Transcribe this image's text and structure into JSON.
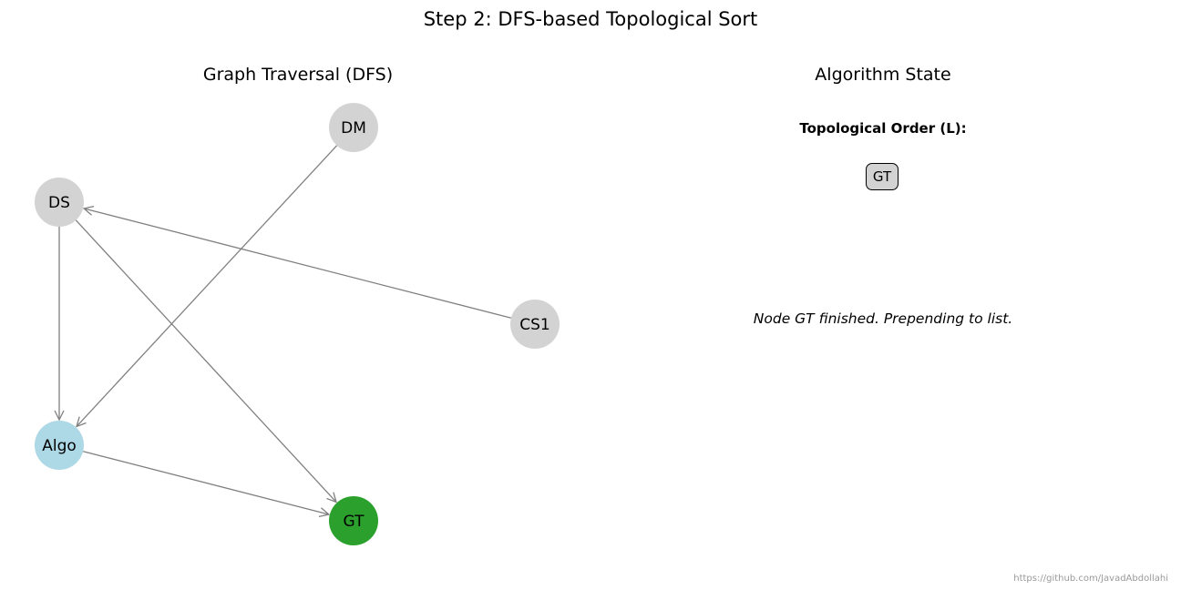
{
  "title": "Step 2: DFS-based Topological Sort",
  "graph_panel": {
    "title": "Graph Traversal (DFS)"
  },
  "state_panel": {
    "title": "Algorithm State",
    "order_label": "Topological Order (L):",
    "order": [
      "GT"
    ],
    "status": "Node GT finished. Prepending to list."
  },
  "credit": "https://github.com/JavadAbdollahi",
  "colors": {
    "unvisited": "#d3d3d3",
    "in_progress": "#add8e6",
    "finished": "#2ca02c",
    "edge": "#808080"
  },
  "graph": {
    "nodes": [
      {
        "id": "DM",
        "label": "DM",
        "state": "unvisited"
      },
      {
        "id": "DS",
        "label": "DS",
        "state": "unvisited"
      },
      {
        "id": "CS1",
        "label": "CS1",
        "state": "unvisited"
      },
      {
        "id": "Algo",
        "label": "Algo",
        "state": "in_progress"
      },
      {
        "id": "GT",
        "label": "GT",
        "state": "finished"
      }
    ],
    "edges": [
      {
        "from": "DM",
        "to": "Algo"
      },
      {
        "from": "CS1",
        "to": "DS"
      },
      {
        "from": "DS",
        "to": "Algo"
      },
      {
        "from": "DS",
        "to": "GT"
      },
      {
        "from": "Algo",
        "to": "GT"
      }
    ]
  }
}
